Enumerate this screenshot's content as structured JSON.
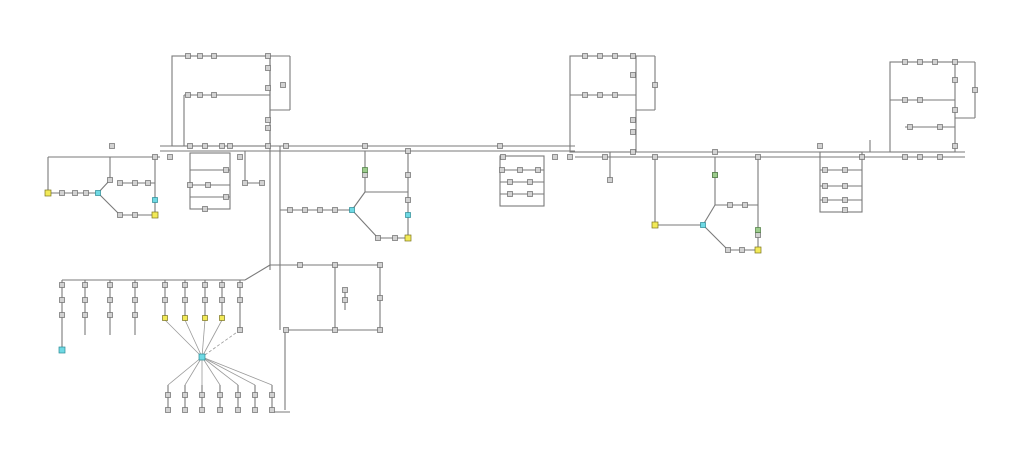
{
  "diagram": {
    "type": "single-line power distribution diagram",
    "colors": {
      "background": "#ffffff",
      "line": "#7a7a7a",
      "component": "#d2d2d2",
      "source_node": "#f2ea58",
      "hub_node": "#6fd9e4",
      "load_node": "#9ccc8c"
    },
    "node_kinds": [
      "component",
      "source_node",
      "hub_node",
      "load_node"
    ]
  }
}
